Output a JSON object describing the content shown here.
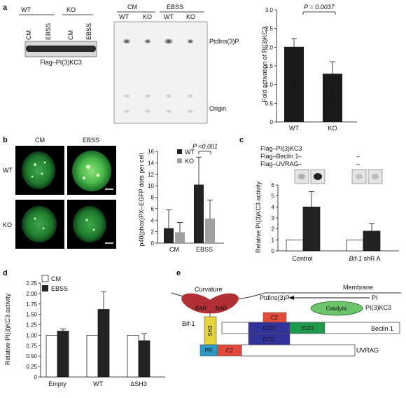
{
  "panel_labels": {
    "a": "a",
    "b": "b",
    "c": "c",
    "d": "d",
    "e": "e"
  },
  "panel_a": {
    "western": {
      "groups": [
        "WT",
        "KO"
      ],
      "lanes": [
        "CM",
        "EBSS",
        "CM",
        "EBSS"
      ],
      "caption": "Flag–PI(3)KC3"
    },
    "tlc": {
      "groups": [
        "CM",
        "EBSS"
      ],
      "lanes": [
        "WT",
        "KO",
        "WT",
        "KO"
      ],
      "product_label": "PtdIns(3)P",
      "origin_label": "Origin"
    },
    "bar_chart": {
      "ylabel": "Fold activation of PI(3)KC3",
      "yticks": [
        "0",
        "0.5",
        "1.0",
        "1.5",
        "2.0",
        "2.5",
        "3.0"
      ],
      "p_text": "P = 0.0037"
    }
  },
  "panel_b": {
    "columns": [
      "CM",
      "EBSS"
    ],
    "rows": [
      "WT",
      "KO"
    ],
    "ylabel": "p40(phox)PX–EGFP dots per cell",
    "yticks": [
      "0",
      "2",
      "4",
      "6",
      "8",
      "10",
      "12",
      "14",
      "16"
    ],
    "legend": [
      "WT",
      "KO"
    ],
    "p_text": "P <0.001"
  },
  "panel_c": {
    "rows": [
      "Flag–PI(3)KC3",
      "Flag–Beclin 1",
      "Flag–UVRAG"
    ],
    "minus": "–",
    "ylabel": "Relative PI(3)KC3 activity",
    "yticks": [
      "0",
      "1",
      "2",
      "3",
      "4",
      "5",
      "6"
    ],
    "xlabel_italic": "Bif-1",
    "xlabel_rest": " shR A"
  },
  "panel_d": {
    "ylabel": "Relative PI(3)KC3 activity",
    "yticks": [
      "0",
      "0.25",
      "0.50",
      "0.75",
      "1.00",
      "1.25",
      "1.50",
      "1.75",
      "2.00",
      "2.25"
    ],
    "legend": [
      "CM",
      "EBSS"
    ]
  },
  "panel_e": {
    "curvature": "Curvature",
    "membrane": "Membrane",
    "product": "PtdIns(3)P",
    "substrate": "PI",
    "catalytic": "Catalytic",
    "kinase": "PI(3)KC3",
    "bar": "BAR",
    "bif1": "Bif-1",
    "sh3": "SH3",
    "pr": "PR",
    "c2": "C2",
    "ccd": "CCD",
    "ecd": "ECD",
    "beclin": "Beclin 1",
    "uvrag": "UVRAG"
  },
  "chart_data": [
    {
      "type": "bar",
      "panel": "a",
      "categories": [
        "WT",
        "KO"
      ],
      "values": [
        2.01,
        1.29
      ],
      "errors": [
        0.22,
        0.32
      ],
      "value_labels": [
        "2.01",
        "1.29"
      ],
      "ylabel": "Fold activation of PI(3)KC3",
      "ylim": [
        0,
        3.0
      ]
    },
    {
      "type": "bar",
      "panel": "b",
      "categories": [
        "CM",
        "EBSS"
      ],
      "series": [
        {
          "name": "WT",
          "values": [
            2.6,
            10.2
          ],
          "errors": [
            3.2,
            4.8
          ],
          "color": "#222222"
        },
        {
          "name": "KO",
          "values": [
            1.9,
            4.3
          ],
          "errors": [
            1.7,
            3.2
          ],
          "color": "#a0a0a0"
        }
      ],
      "ylabel": "p40(phox)PX–EGFP dots per cell",
      "ylim": [
        0,
        16
      ]
    },
    {
      "type": "bar",
      "panel": "c",
      "categories": [
        "Control",
        "Bif-1 shR A"
      ],
      "series": [
        {
          "name": "",
          "values": [
            1.0,
            1.0
          ],
          "errors": [
            0,
            0
          ],
          "color": "#ffffff"
        },
        {
          "name": "",
          "values": [
            4.0,
            1.8
          ],
          "errors": [
            1.4,
            0.7
          ],
          "color": "#222222"
        }
      ],
      "ylabel": "Relative PI(3)KC3 activity",
      "ylim": [
        0,
        6
      ]
    },
    {
      "type": "bar",
      "panel": "d",
      "categories": [
        "Empty",
        "WT",
        "ΔSH3"
      ],
      "series": [
        {
          "name": "CM",
          "values": [
            1.0,
            1.0,
            1.0
          ],
          "errors": [
            0,
            0,
            0
          ],
          "color": "#ffffff"
        },
        {
          "name": "EBSS",
          "values": [
            1.1,
            1.62,
            0.87
          ],
          "errors": [
            0.05,
            0.42,
            0.17
          ],
          "color": "#222222"
        }
      ],
      "ylabel": "Relative PI(3)KC3 activity",
      "ylim": [
        0,
        2.25
      ]
    }
  ]
}
